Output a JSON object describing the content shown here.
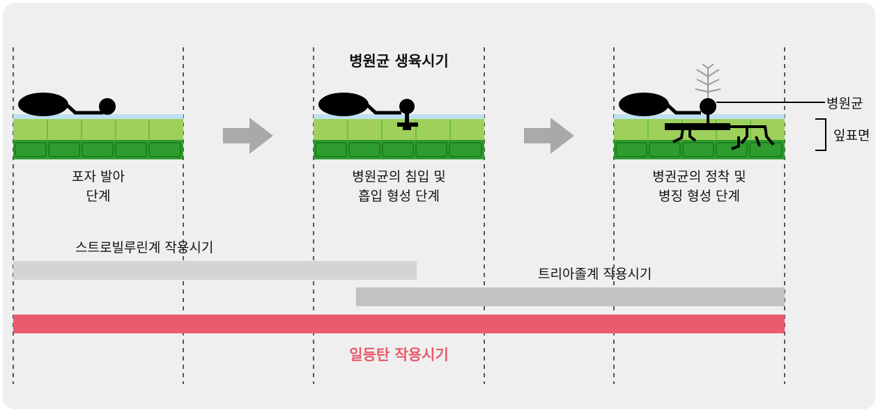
{
  "title": "병원균 생육시기",
  "stages": [
    {
      "line1": "포자 발아",
      "line2": "단계"
    },
    {
      "line1": "병원균의 침입 및",
      "line2": "흡입 형성 단계"
    },
    {
      "line1": "병권균의 정착 및",
      "line2": "병징 형성 단계"
    }
  ],
  "labels": {
    "pathogen": "병원균",
    "leaf_surface": "잎표면"
  },
  "bars": {
    "strobilurin": "스트로빌루린계 작용시기",
    "triazole": "트리아졸계 작용시기",
    "ildeungtan": "일등탄 작용시기"
  },
  "colors": {
    "green_light": "#9fd05c",
    "green_dark": "#2e9c2e",
    "water": "#bfe0f2",
    "bar_light": "#d4d4d4",
    "bar_mid": "#c2c2c2",
    "bar_red": "#e85c6d",
    "arrow": "#a9a9a9"
  }
}
